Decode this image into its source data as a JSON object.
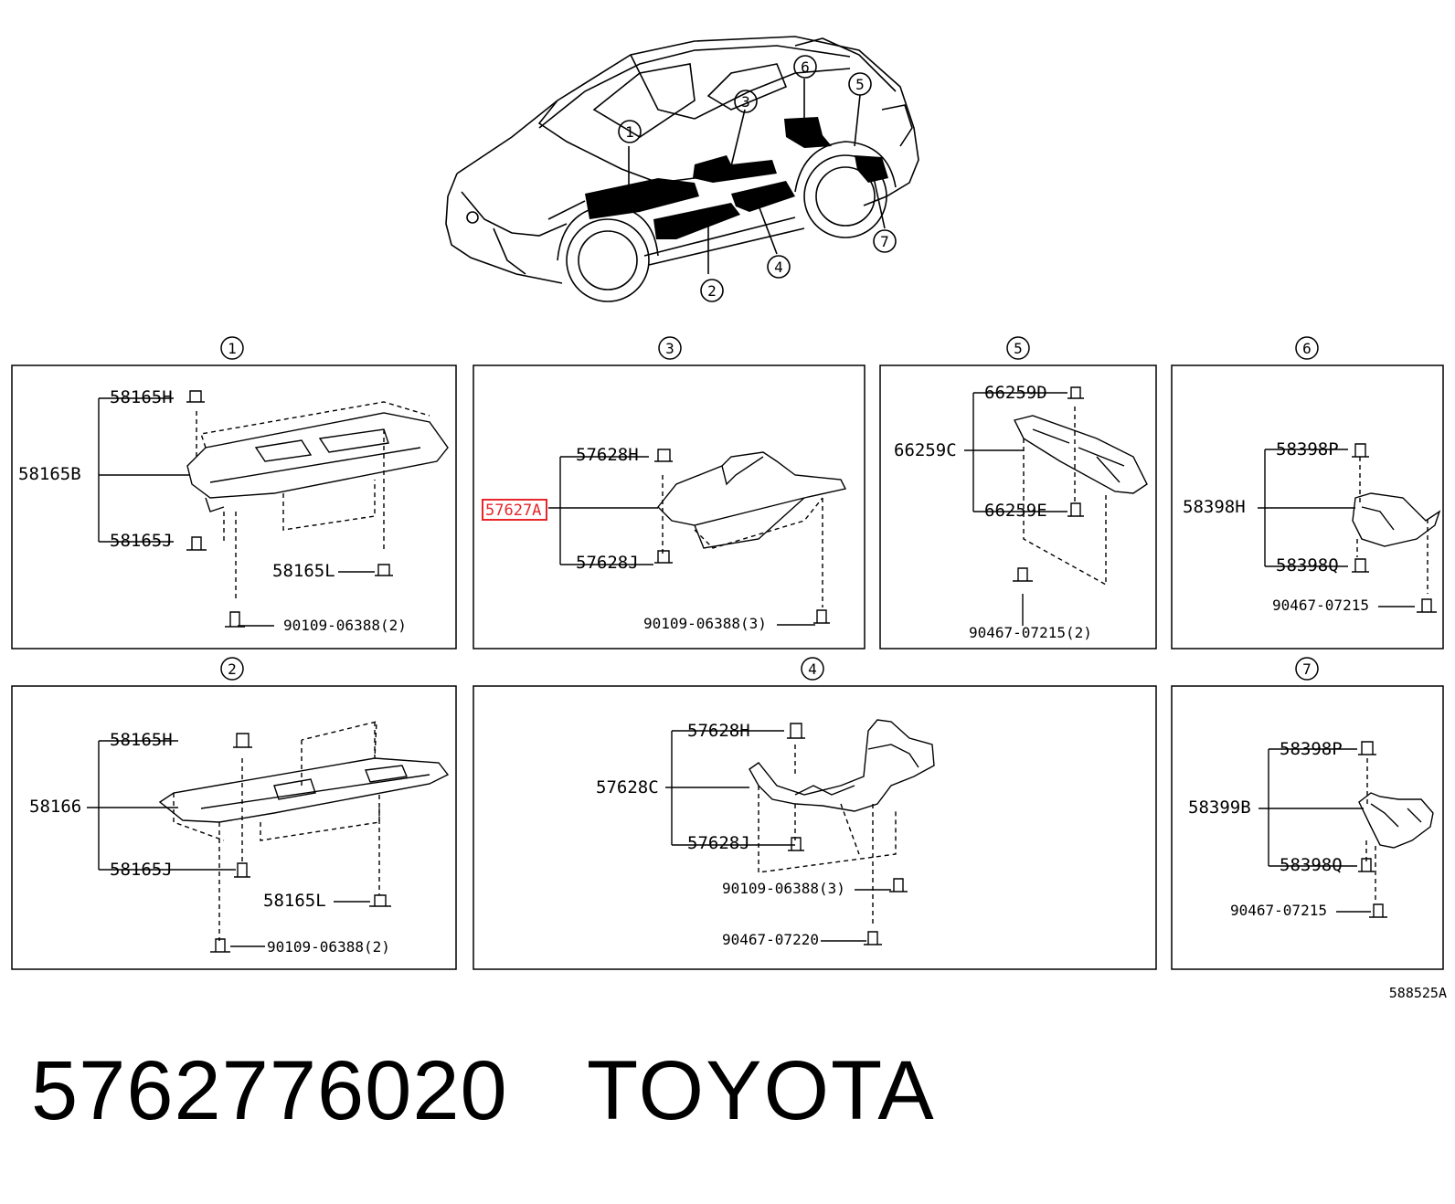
{
  "diagram_code": "588525A",
  "overview_callouts": [
    "1",
    "2",
    "3",
    "4",
    "5",
    "6",
    "7"
  ],
  "panels": {
    "p1": {
      "num": "1",
      "labels": {
        "top": "58165H",
        "left": "58165B",
        "bottom": "58165J",
        "clip": "58165L",
        "bolt": "90109-06388(2)"
      }
    },
    "p3": {
      "num": "3",
      "labels": {
        "top": "57628H",
        "left": "57627A",
        "bottom": "57628J",
        "bolt": "90109-06388(3)"
      }
    },
    "p5": {
      "num": "5",
      "labels": {
        "top": "66259D",
        "left": "66259C",
        "bottom": "66259E",
        "bolt": "90467-07215(2)"
      }
    },
    "p6": {
      "num": "6",
      "labels": {
        "top": "58398P",
        "left": "58398H",
        "bottom": "58398Q",
        "bolt": "90467-07215"
      }
    },
    "p2": {
      "num": "2",
      "labels": {
        "top": "58165H",
        "left": "58166",
        "bottom": "58165J",
        "clip": "58165L",
        "bolt": "90109-06388(2)"
      }
    },
    "p4": {
      "num": "4",
      "labels": {
        "top": "57628H",
        "left": "57628C",
        "bottom": "57628J",
        "bolt": "90109-06388(3)",
        "bolt2": "90467-07220"
      }
    },
    "p7": {
      "num": "7",
      "labels": {
        "top": "58398P",
        "left": "58399B",
        "bottom": "58398Q",
        "bolt": "90467-07215"
      }
    }
  },
  "highlight_color": "#e8262a",
  "footer": {
    "part_number": "5762776020",
    "brand": "TOYOTA"
  }
}
